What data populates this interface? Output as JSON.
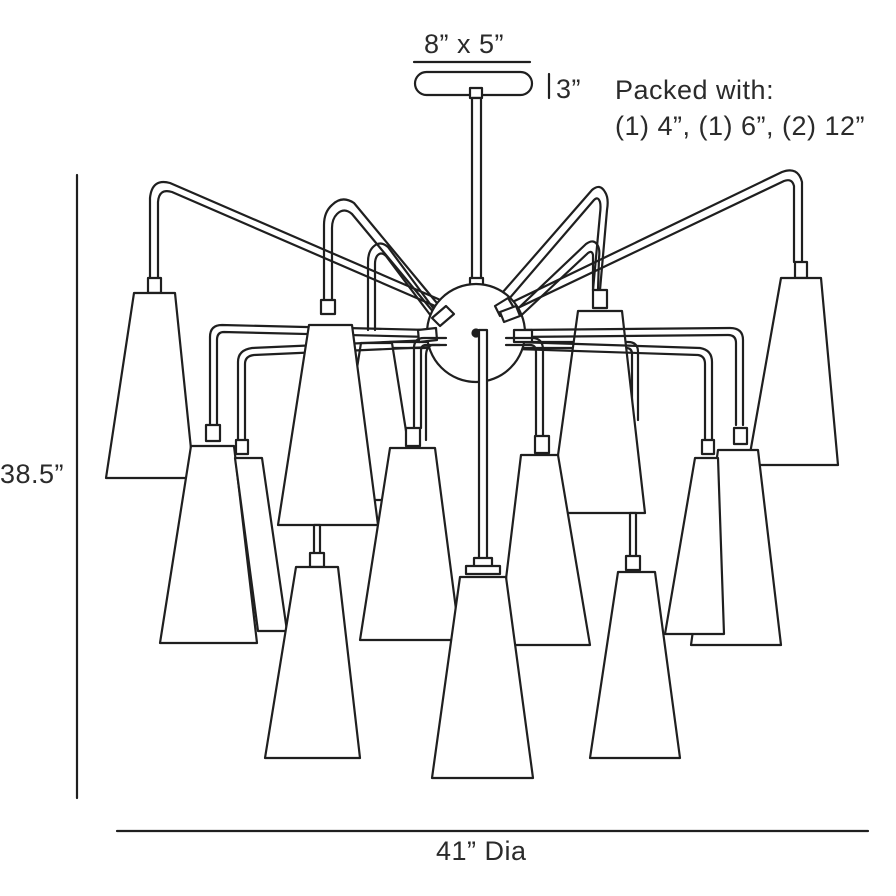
{
  "dimensions": {
    "canopy_size": "8” x 5”",
    "canopy_height": "3”",
    "overall_height": "38.5”",
    "overall_width": "41” Dia"
  },
  "packed_with": {
    "heading": "Packed with:",
    "rods": "(1) 4”, (1) 6”, (2) 12”"
  },
  "colors": {
    "line": "#1f1f1f",
    "shade_fill": "#ffffff",
    "background": "#ffffff"
  }
}
